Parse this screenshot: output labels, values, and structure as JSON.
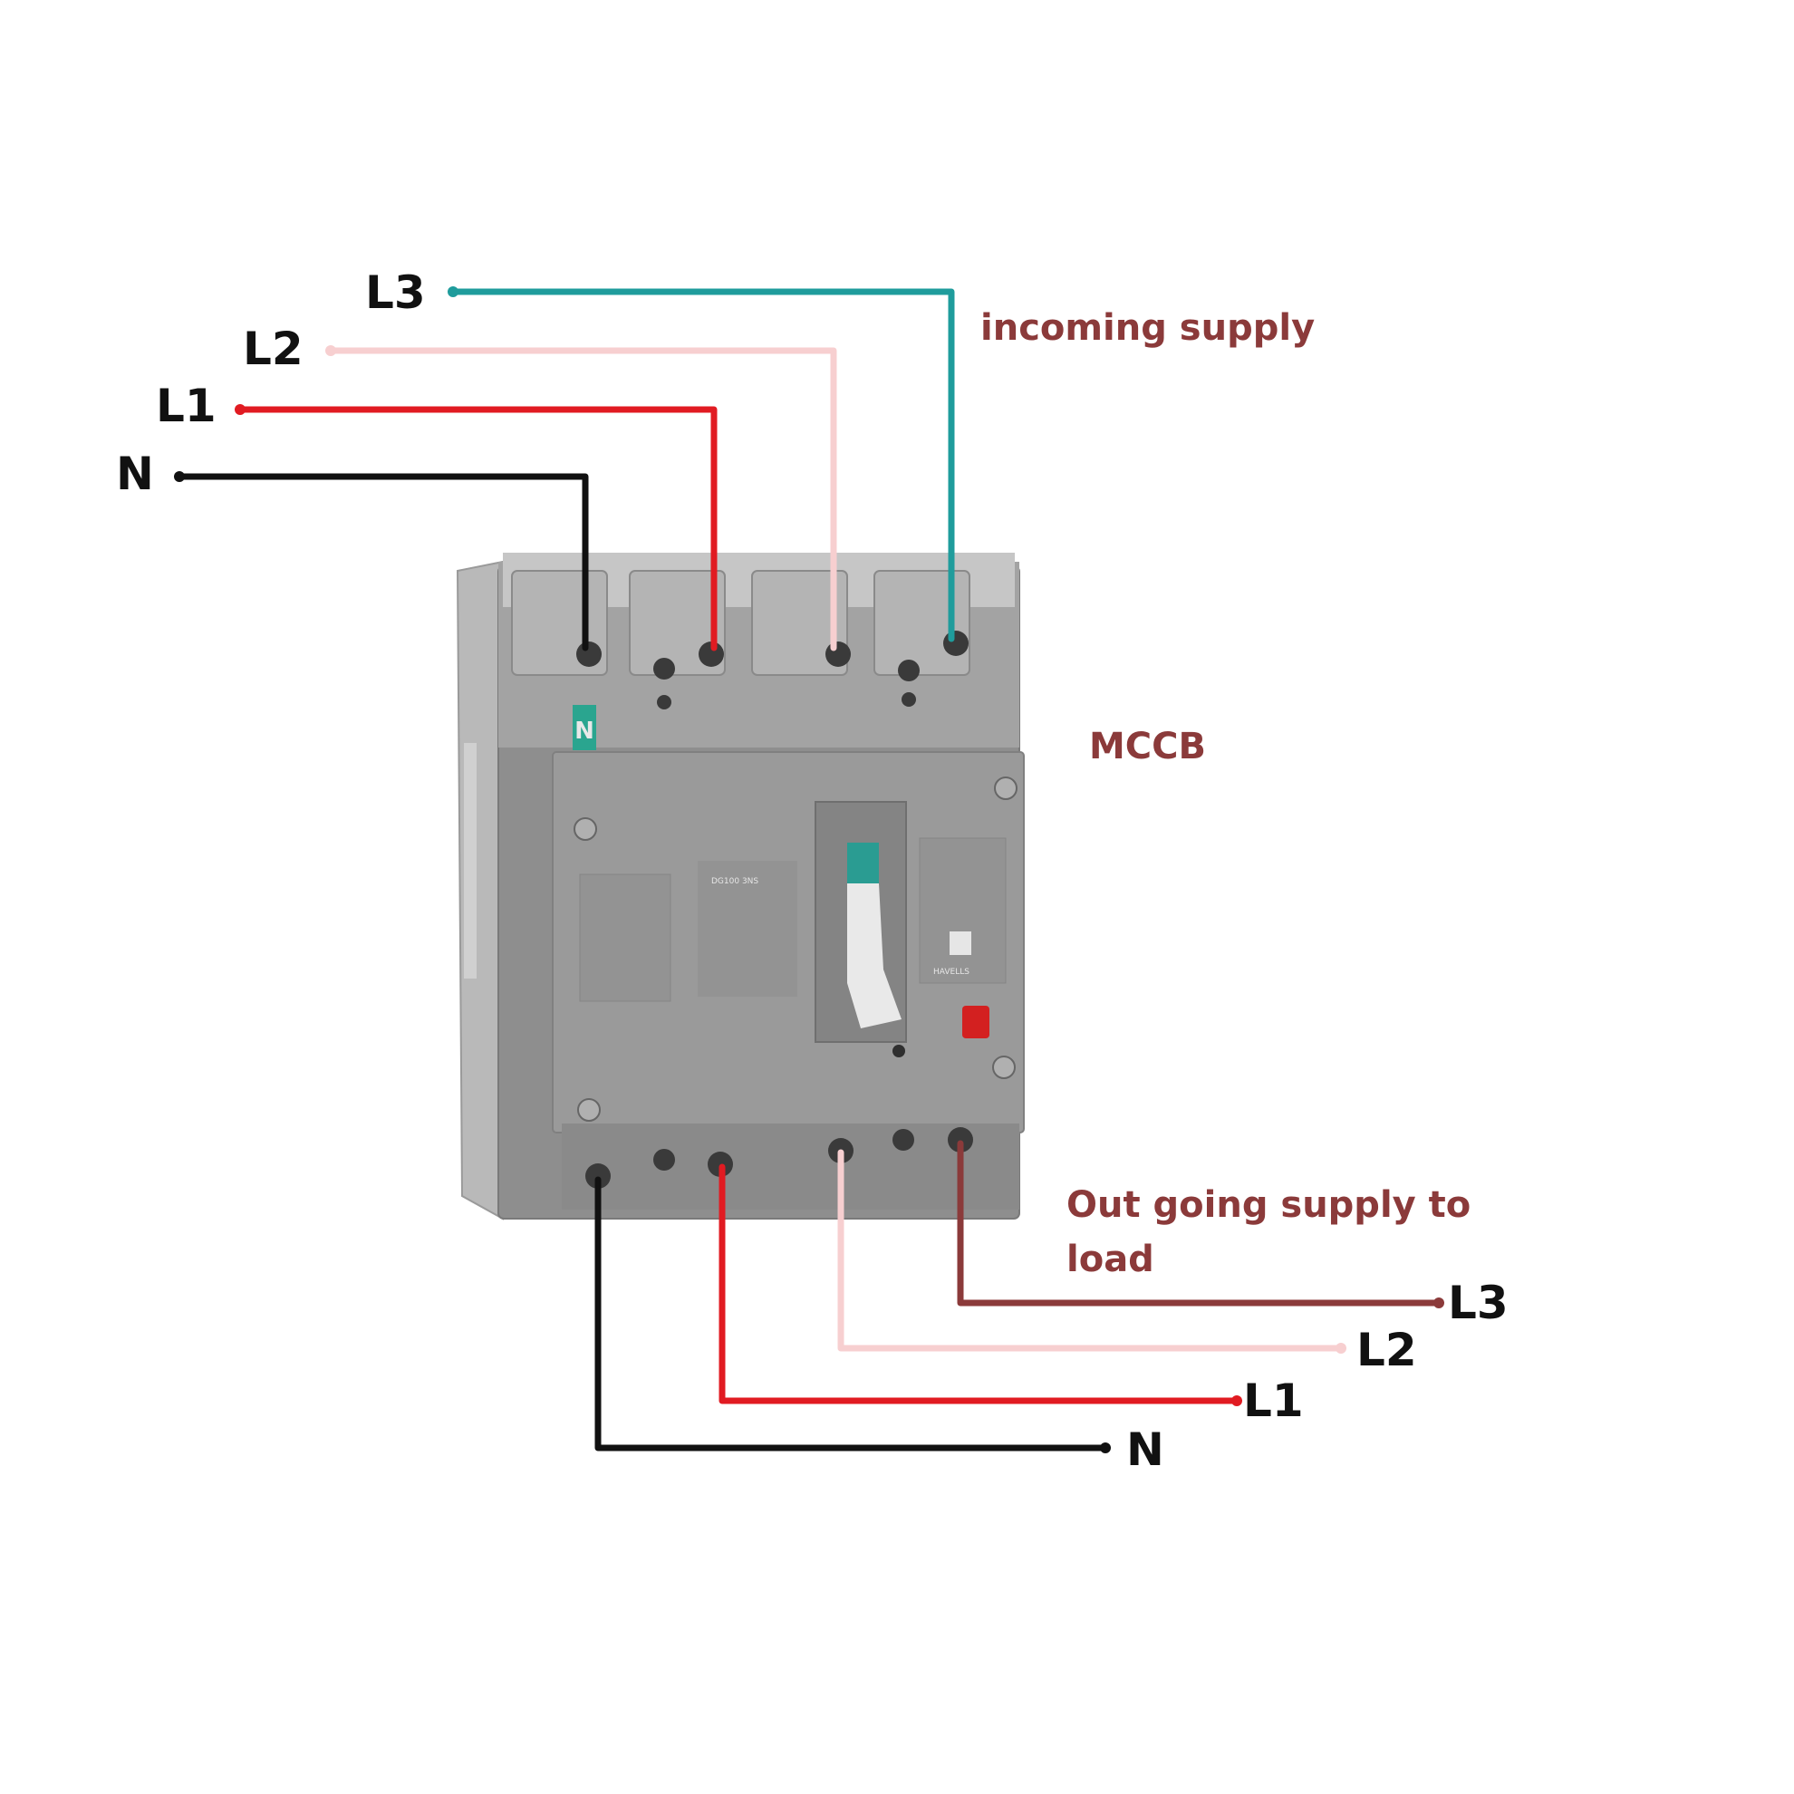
{
  "colors": {
    "neutral": "#111111",
    "L1": "#e11b22",
    "L2_in": "#f7cfd0",
    "L3_in": "#1f9c9c",
    "L2_out": "#f7cfd0",
    "L3_out": "#8b3a3a",
    "note_text": "#8b3a3a",
    "breaker_body": "#8e8e8e",
    "trip_button": "#d32020"
  },
  "incoming": {
    "note": "incoming supply",
    "labels": {
      "L3": "L3",
      "L2": "L2",
      "L1": "L1",
      "N": "N"
    }
  },
  "outgoing": {
    "note_line1": "Out going supply to",
    "note_line2": "load",
    "labels": {
      "L3": "L3",
      "L2": "L2",
      "L1": "L1",
      "N": "N"
    }
  },
  "device": {
    "label": "MCCB",
    "neutral_marker": "N",
    "brand": "HAVELLS",
    "front_text": "DG100 3NS"
  },
  "icons": [
    "screw-icon",
    "toggle-handle-icon",
    "trip-button-icon",
    "brand-logo-icon"
  ]
}
